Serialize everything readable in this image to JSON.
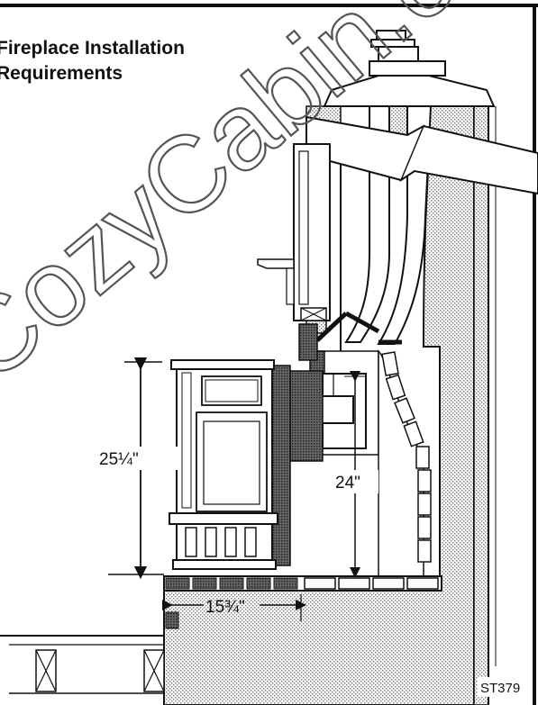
{
  "title": {
    "line1": "Fireplace Installation",
    "line2": "Requirements"
  },
  "dimensions": {
    "stove_height": "25¼\"",
    "insert_height": "24\"",
    "hearth_extension": "15¾\""
  },
  "figure_code": "ST379",
  "watermark": "CozyCabin.com",
  "colors": {
    "line": "#111111",
    "stipple": "#9a9a9a",
    "background": "#ffffff"
  }
}
